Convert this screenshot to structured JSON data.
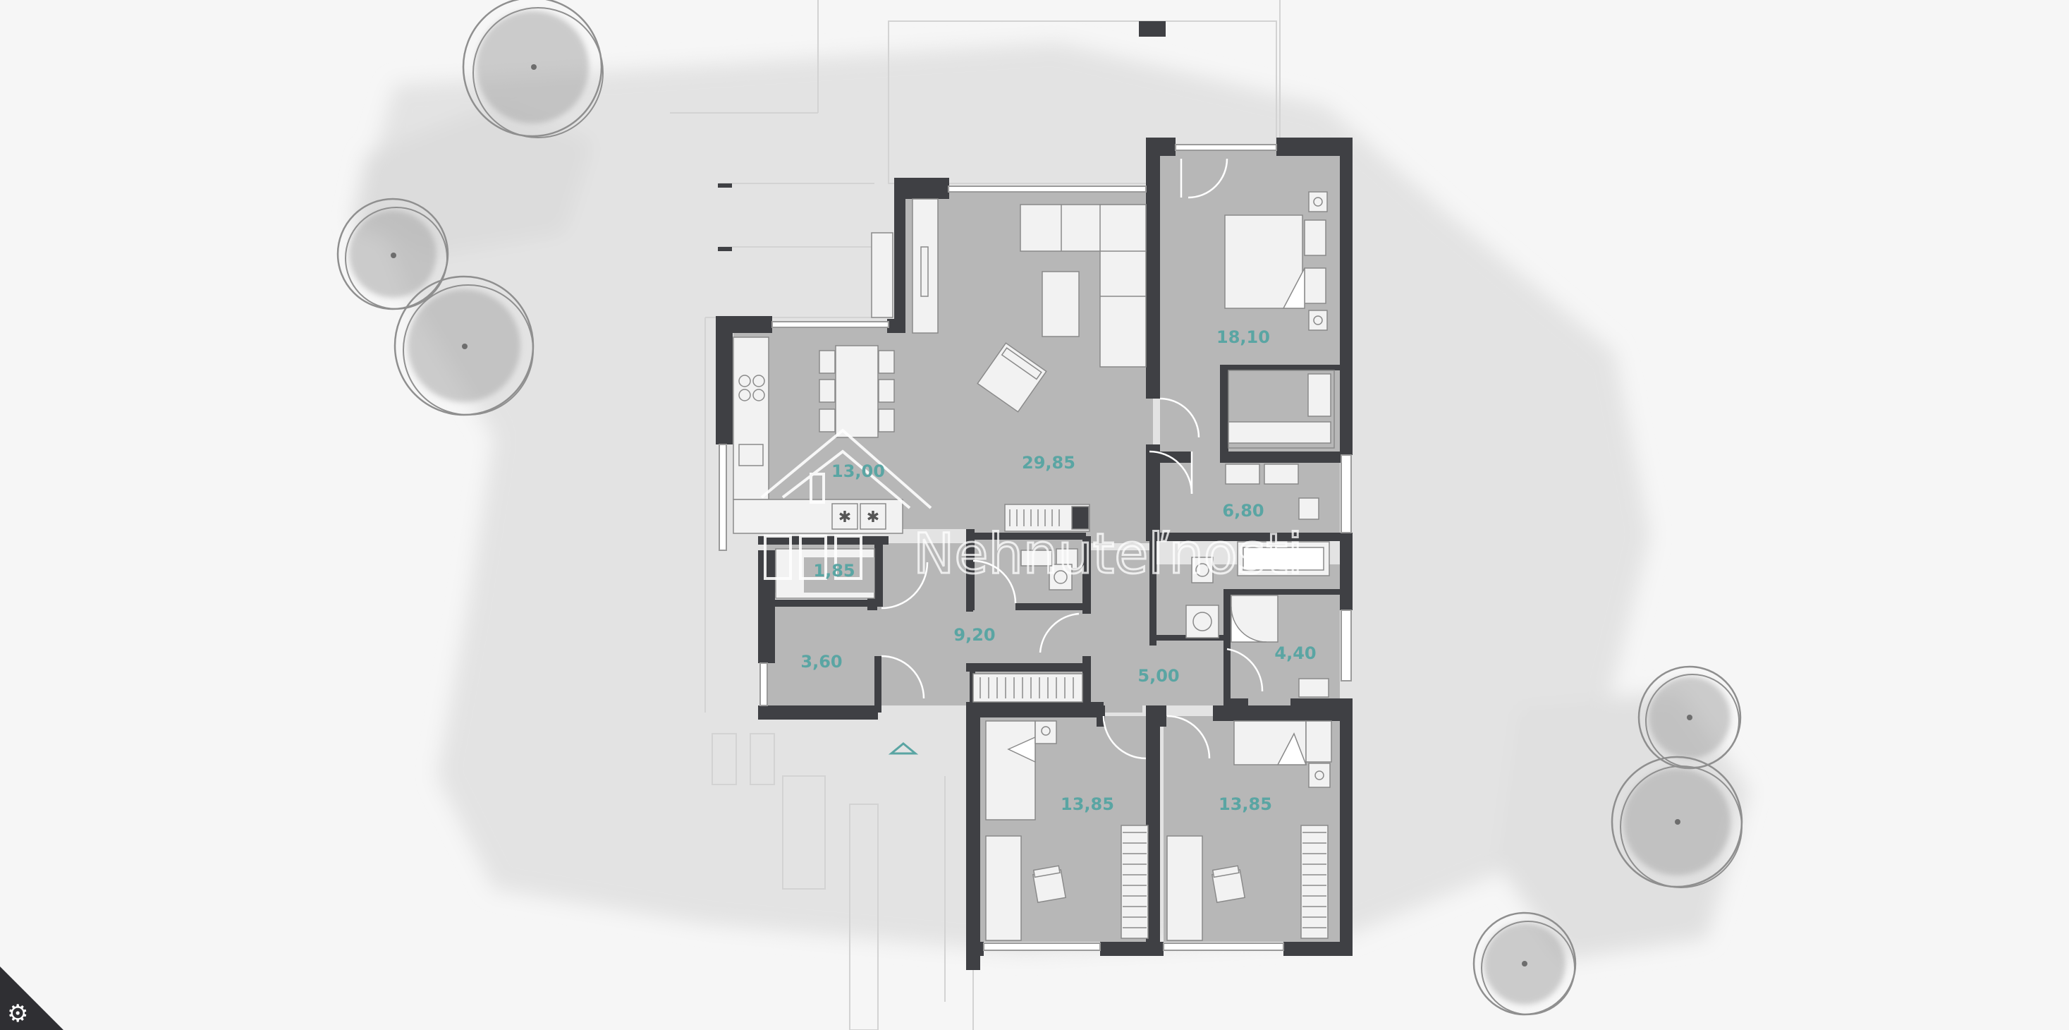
{
  "floorplan": {
    "rooms": [
      {
        "id": "living",
        "label": "29,85"
      },
      {
        "id": "kitchen",
        "label": "13,00"
      },
      {
        "id": "bedroom-master",
        "label": "18,10"
      },
      {
        "id": "bathroom",
        "label": "6,80"
      },
      {
        "id": "pantry",
        "label": "1,85"
      },
      {
        "id": "hallway",
        "label": "9,20"
      },
      {
        "id": "storage",
        "label": "3,60"
      },
      {
        "id": "corridor",
        "label": "5,00"
      },
      {
        "id": "shower-room",
        "label": "4,40"
      },
      {
        "id": "bedroom-left",
        "label": "13,85"
      },
      {
        "id": "bedroom-right",
        "label": "13,85"
      }
    ],
    "watermark": {
      "text": "Nehnuteľnosti"
    },
    "colors": {
      "wall": "#3f4044",
      "floor": "#b7b7b7",
      "furniture": "#f2f2f2",
      "label": "#5aa5a3",
      "background": "#f6f6f6"
    }
  },
  "controls": {
    "settings_icon": "gear-icon",
    "settings_glyph": "⚙"
  }
}
